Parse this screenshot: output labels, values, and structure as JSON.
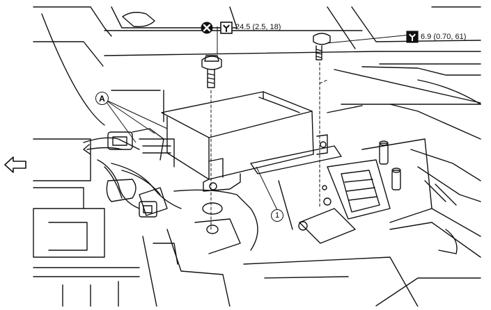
{
  "callouts": {
    "torque_left": "24.5 (2.5, 18)",
    "torque_right": "6.9 (0.70, 61)",
    "part_a": "A",
    "part_1": "1"
  },
  "icons": {
    "do_not_reuse": "cross-circle-icon",
    "torque_wrench": "torque-wrench-icon",
    "front_direction": "front-arrow-icon"
  }
}
